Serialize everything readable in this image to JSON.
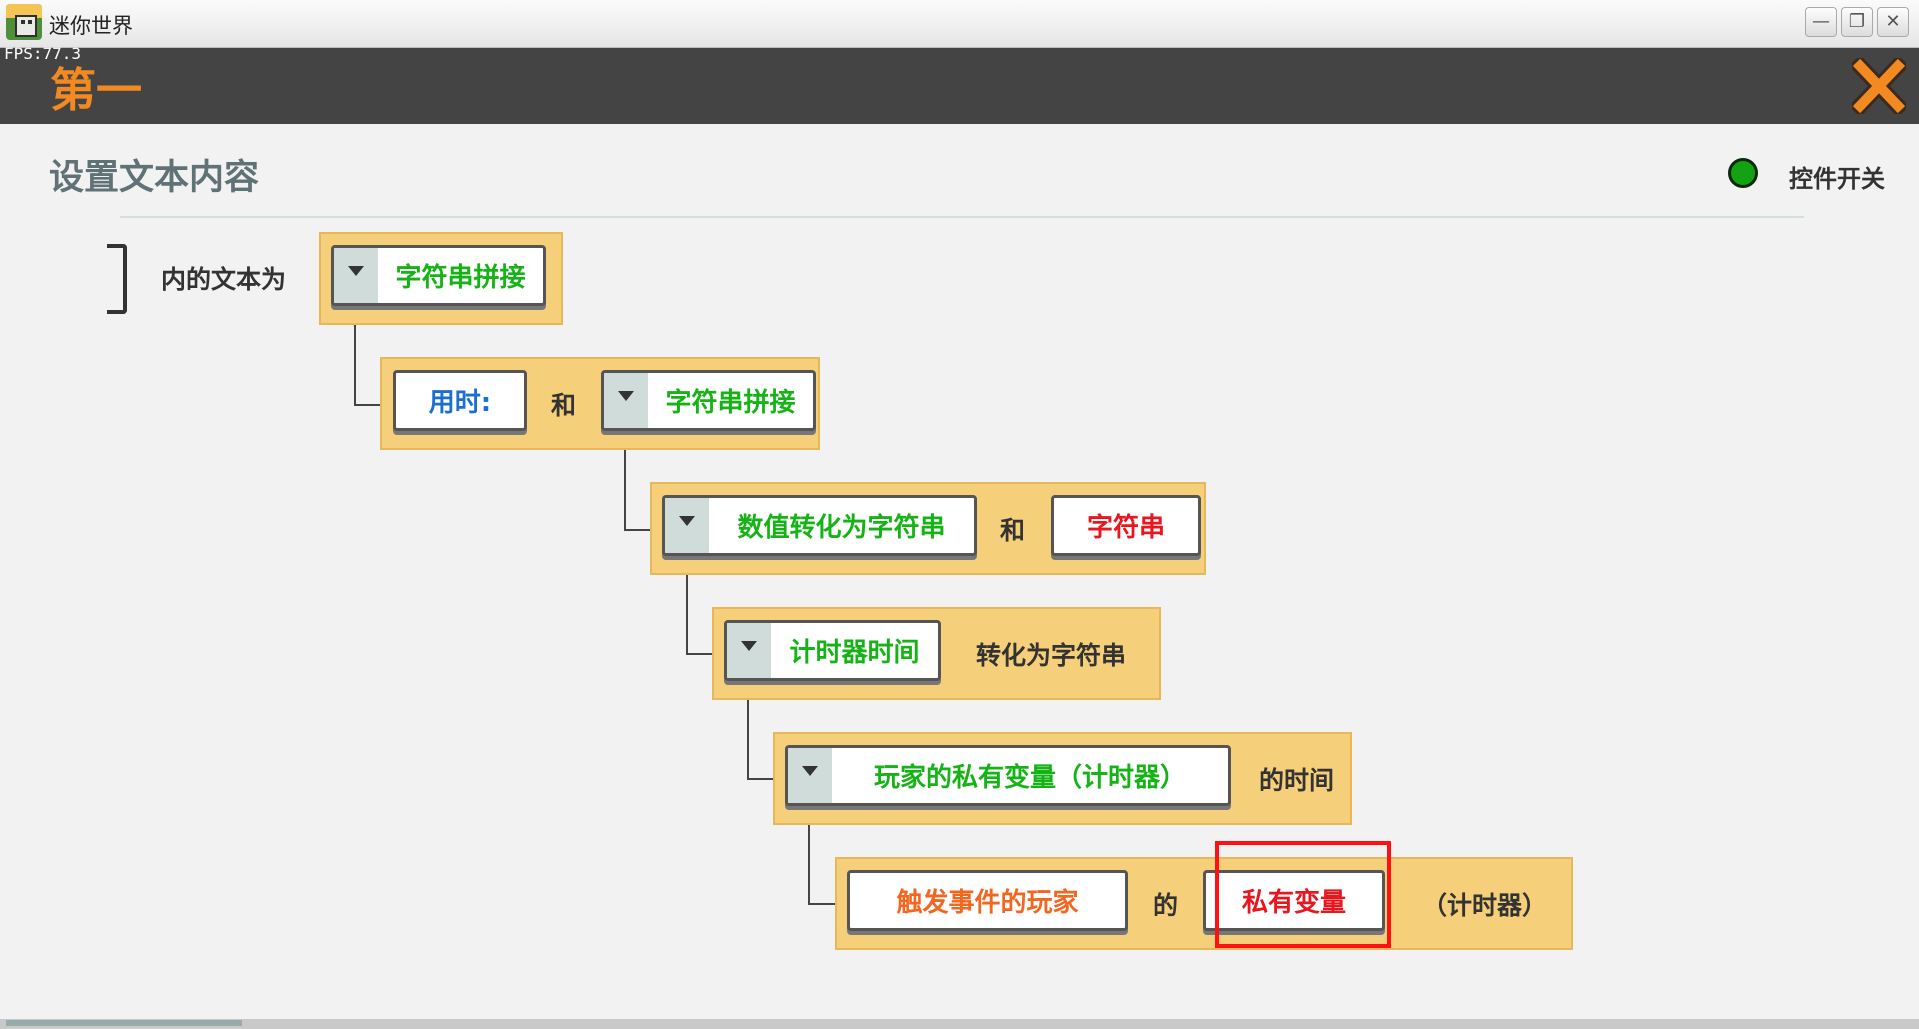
{
  "window": {
    "title": "迷你世界",
    "fps": "FPS:77.3",
    "buttons": [
      "minimize",
      "restore",
      "close"
    ]
  },
  "header": {
    "title": "第一"
  },
  "panel": {
    "title": "设置文本内容",
    "toggle_label": "控件开关",
    "toggle_on": true
  },
  "tree": {
    "prefix_label": "内的文本为",
    "row1": {
      "block": "字符串拼接"
    },
    "row2": {
      "block_a": "用时:",
      "joiner": "和",
      "block_b": "字符串拼接"
    },
    "row3": {
      "block_a": "数值转化为字符串",
      "joiner": "和",
      "block_b": "字符串"
    },
    "row4": {
      "block": "计时器时间",
      "suffix": "转化为字符串"
    },
    "row5": {
      "block": "玩家的私有变量（计时器）",
      "suffix": "的时间"
    },
    "row6": {
      "block_a": "触发事件的玩家",
      "joiner": "的",
      "block_b": "私有变量",
      "suffix": "（计时器）"
    }
  },
  "colors": {
    "accent_orange": "#f28a21",
    "row_bg": "#f5cf79",
    "green_text": "#15b315",
    "red_text": "#e8161e",
    "highlight": "#ff1111"
  }
}
